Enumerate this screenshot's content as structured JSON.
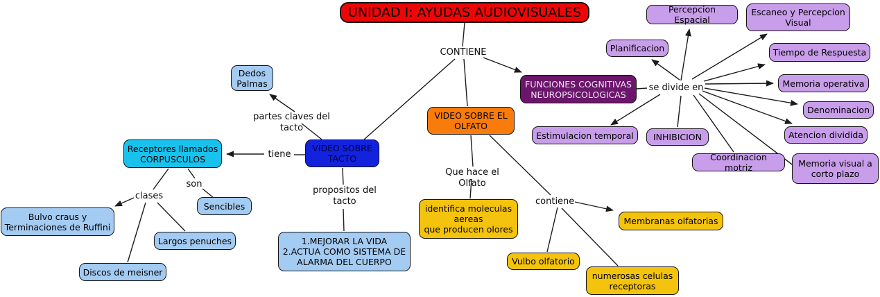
{
  "colors": {
    "title_red": "#ee0606",
    "dark_purple": "#6b156b",
    "light_purple": "#c89dea",
    "orange": "#f87b0c",
    "blue": "#1322dc",
    "cyan": "#18c2ec",
    "light_blue": "#a4cbf2",
    "gold": "#f4c30d"
  },
  "nodes": {
    "title": "UNIDAD I: AYUDAS AUDIOVISUALES",
    "funciones": "FUNCIONES COGNITIVAS\nNEUROPSICOLOGICAS",
    "planificacion": "Planificacion",
    "percepcion_espacial": "Percepcion Espacial",
    "escaneo": "Escaneo y Percepcion\nVisual",
    "tiempo_respuesta": "Tiempo de Respuesta",
    "memoria_operativa": "Memoria operativa",
    "denominacion": "Denominacion",
    "atencion_dividida": "Atencion dividida",
    "memoria_visual": "Memoria visual a\ncorto plazo",
    "coordinacion_motriz": "Coordinacion motriz",
    "inhibicion": "INHIBICION",
    "estimulacion_temporal": "Estimulacion temporal",
    "video_olfato": "VIDEO SOBRE EL\nOLFATO",
    "video_tacto": "VIDEO SOBRE\nTACTO",
    "dedos_palmas": "Dedos\nPalmas",
    "receptores": "Receptores llamados\nCORPUSCULOS",
    "sencibles": "Sencibles",
    "bulvo": "Bulvo craus y\nTerminaciones de Ruffini",
    "largos_penuches": "Largos penuches",
    "discos_meisner": "Discos de meisner",
    "mejorar": "1.MEJORAR LA VIDA\n2.ACTUA COMO SISTEMA DE\nALARMA DEL CUERPO",
    "identifica": "identifica moleculas\naereas\nque producen olores",
    "membranas": "Membranas olfatorias",
    "vulbo": "Vulbo olfatorio",
    "numerosas": "numerosas celulas\nreceptoras"
  },
  "links": {
    "contiene_top": "CONTIENE",
    "se_divide_en": "se divide en",
    "partes_claves": "partes claves del tacto",
    "tiene": "tiene",
    "son": "son",
    "clases": "clases",
    "propositos": "propositos del\ntacto",
    "que_hace": "Que hace el Olfato",
    "contiene_olfato": "contiene"
  }
}
